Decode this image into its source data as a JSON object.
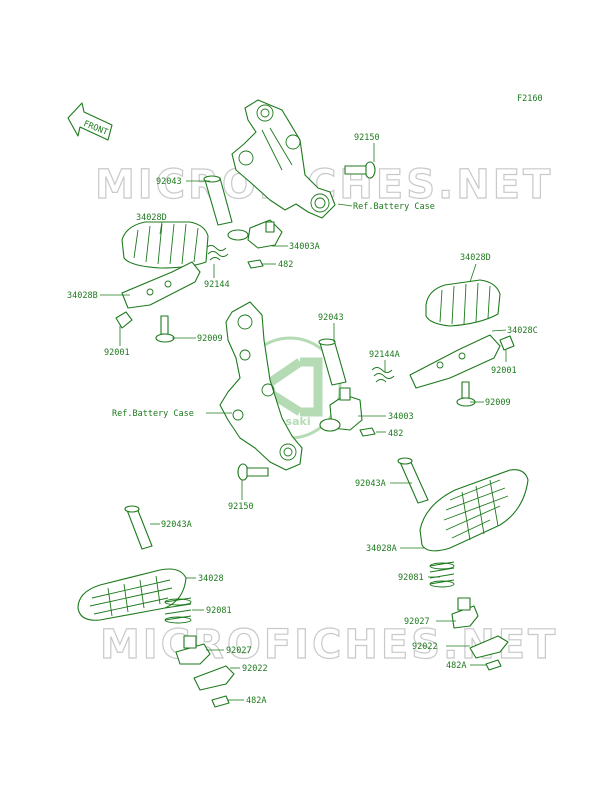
{
  "diagram_code": "F2160",
  "front_label": "FRONT",
  "watermark": "MICROFICHES.NET",
  "logo_text": "Kawasaki",
  "colors": {
    "line": "#1d7a1d",
    "watermark": "#c9c9c9"
  },
  "labels": {
    "p92150_top": "92150",
    "p92043_top": "92043",
    "ref_battery_case_top": "Ref.Battery Case",
    "p34028D_left": "34028D",
    "p34003A": "34003A",
    "p92144": "92144",
    "p482_top": "482",
    "p34028B": "34028B",
    "p92001_left": "92001",
    "p92009_left": "92009",
    "p92043_mid": "92043",
    "p92144A": "92144A",
    "p34028D_right": "34028D",
    "p34028C": "34028C",
    "p92001_right": "92001",
    "p92009_right": "92009",
    "ref_battery_case_mid": "Ref.Battery Case",
    "p34003": "34003",
    "p482_mid": "482",
    "p92150_bottom": "92150",
    "p92043A_right": "92043A",
    "p34028A": "34028A",
    "p92043A_left": "92043A",
    "p34028": "34028",
    "p92081_left": "92081",
    "p92081_right": "92081",
    "p92027_left": "92027",
    "p92027_right": "92027",
    "p92022_left": "92022",
    "p92022_right": "92022",
    "p482A_left": "482A",
    "p482A_right": "482A"
  }
}
